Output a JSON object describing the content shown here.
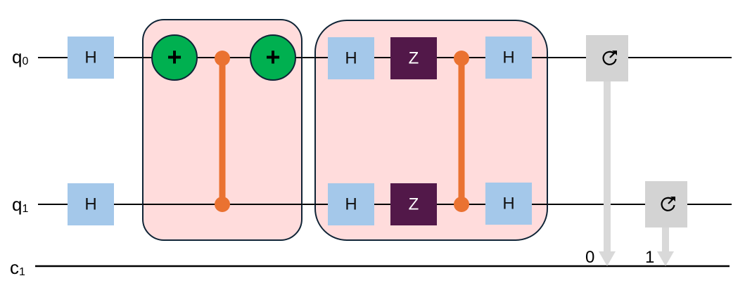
{
  "circuit": {
    "wires": [
      {
        "id": "q0",
        "label": "q",
        "subscript": "0",
        "type": "quantum"
      },
      {
        "id": "q1",
        "label": "q",
        "subscript": "1",
        "type": "quantum"
      },
      {
        "id": "c1",
        "label": "c",
        "subscript": "1",
        "type": "classical"
      }
    ],
    "colors": {
      "hadamard": "#a4c8ea",
      "z_gate": "#521849",
      "cnot_target": "#00b050",
      "control": "#ea7231",
      "group_fill": "#ffdcdc",
      "group_border": "#0f2436",
      "measure": "#d3d3d3",
      "wire": "#000000"
    },
    "groups": [
      {
        "name": "cnot-block",
        "gates": [
          "cnot-target-1",
          "control-1",
          "cnot-target-2"
        ]
      },
      {
        "name": "cz-block",
        "gates": [
          "h",
          "z",
          "cz",
          "h"
        ]
      }
    ],
    "gates": {
      "h_label": "H",
      "z_label": "Z",
      "cnot_label": "+"
    },
    "measurements": [
      {
        "qubit": "q0",
        "bit_label": "0",
        "icon": "measure-icon"
      },
      {
        "qubit": "q1",
        "bit_label": "1",
        "icon": "measure-icon"
      }
    ]
  }
}
